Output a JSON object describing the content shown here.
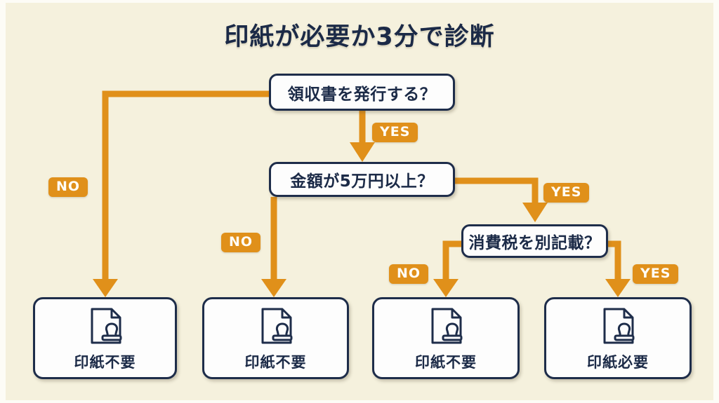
{
  "page": {
    "title": "印紙が必要か3分で診断",
    "background_color": "#f5f1dd",
    "accent_color": "#e0901a",
    "ink_color": "#1b2a47"
  },
  "decisions": [
    {
      "id": "d1",
      "label": "領収書を発行する？"
    },
    {
      "id": "d2",
      "label": "金額が5万円以上？"
    },
    {
      "id": "d3",
      "label": "消費税を別記載？"
    }
  ],
  "results": [
    {
      "id": "r1",
      "label": "印紙不要",
      "icon": "document-stamp-icon"
    },
    {
      "id": "r2",
      "label": "印紙不要",
      "icon": "document-stamp-icon"
    },
    {
      "id": "r3",
      "label": "印紙不要",
      "icon": "document-stamp-icon"
    },
    {
      "id": "r4",
      "label": "印紙必要",
      "icon": "document-stamp-icon"
    }
  ],
  "edge_labels": {
    "d1_no": "NO",
    "d1_yes": "YES",
    "d2_no": "NO",
    "d2_yes": "YES",
    "d3_no": "NO",
    "d3_yes": "YES"
  },
  "flow": [
    {
      "from": "d1",
      "answer": "NO",
      "to": "r1"
    },
    {
      "from": "d1",
      "answer": "YES",
      "to": "d2"
    },
    {
      "from": "d2",
      "answer": "NO",
      "to": "r2"
    },
    {
      "from": "d2",
      "answer": "YES",
      "to": "d3"
    },
    {
      "from": "d3",
      "answer": "NO",
      "to": "r3"
    },
    {
      "from": "d3",
      "answer": "YES",
      "to": "r4"
    }
  ]
}
